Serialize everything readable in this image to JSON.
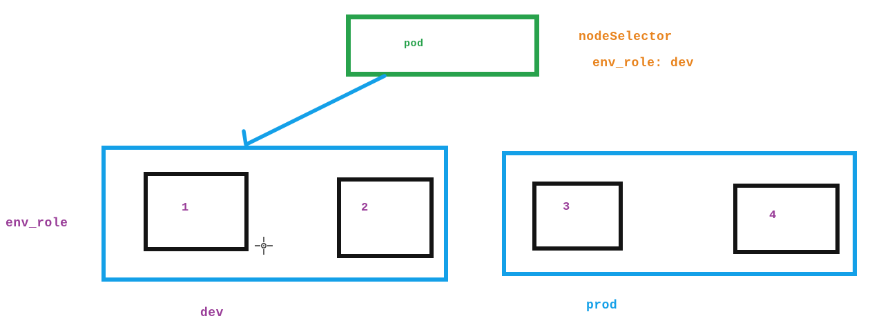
{
  "diagram": {
    "pod": {
      "label": "pod"
    },
    "annotation": {
      "line1": "nodeSelector",
      "line2": "env_role: dev"
    },
    "env_role_label": "env_role",
    "groups": [
      {
        "label": "dev",
        "nodes": [
          "1",
          "2"
        ]
      },
      {
        "label": "prod",
        "nodes": [
          "3",
          "4"
        ]
      }
    ],
    "cursor": {
      "icon": "crosshair-icon"
    }
  },
  "colors": {
    "green": "#28a24c",
    "blue": "#14a0e8",
    "orange": "#e8831d",
    "purple": "#993d98",
    "box_black": "#141414",
    "cursor_gray": "#3a3a3a"
  }
}
